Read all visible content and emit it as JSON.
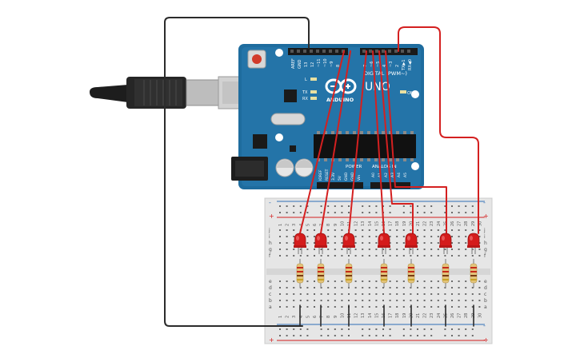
{
  "board": {
    "brand": "ARDUINO",
    "model": "UNO",
    "digital_header": "DIGITAL (PWM~)",
    "power_label": "POWER",
    "analog_label": "ANALOG IN",
    "on_label": "ON",
    "led_l": "L",
    "led_tx": "TX",
    "led_rx": "RX",
    "tx_pin": "TX▶1",
    "rx_pin": "RX◀0",
    "aref": "AREF",
    "gnd": "GND",
    "pin13": "13",
    "pin12": "12",
    "pin11": "~11",
    "pin10": "~10",
    "pin9": "~9",
    "pin8": "8",
    "pin7": "7",
    "pin6": "~6",
    "pin5": "~5",
    "pin4": "4",
    "pin3": "~3",
    "pin2": "2",
    "ioref": "IOREF",
    "reset": "RESET",
    "v33": "3.3V",
    "v5": "5V",
    "gnd1": "GND",
    "gnd2": "GND",
    "vin": "Vin",
    "a0": "A0",
    "a1": "A1",
    "a2": "A2",
    "a3": "A3",
    "a4": "A4",
    "a5": "A5"
  },
  "breadboard": {
    "minus": "-",
    "plus": "+",
    "rows_top": [
      "j",
      "i",
      "h",
      "g",
      "f"
    ],
    "rows_bottom": [
      "e",
      "d",
      "c",
      "b",
      "a"
    ],
    "columns": [
      "1",
      "2",
      "3",
      "4",
      "5",
      "6",
      "7",
      "8",
      "9",
      "10",
      "11",
      "12",
      "13",
      "14",
      "15",
      "16",
      "17",
      "18",
      "19",
      "20",
      "21",
      "22",
      "23",
      "24",
      "25",
      "26",
      "27",
      "28",
      "29",
      "30"
    ]
  },
  "colors": {
    "board_blue": "#1e6c9e",
    "wire_red": "#d42020",
    "wire_black": "#2b2b2b",
    "led_red": "#d41c1c",
    "breadboard": "#e6e6e6"
  },
  "icons": {
    "usb_cable": "usb-cable",
    "reset_button": "reset-button",
    "arduino_logo": "infinity-logo"
  }
}
